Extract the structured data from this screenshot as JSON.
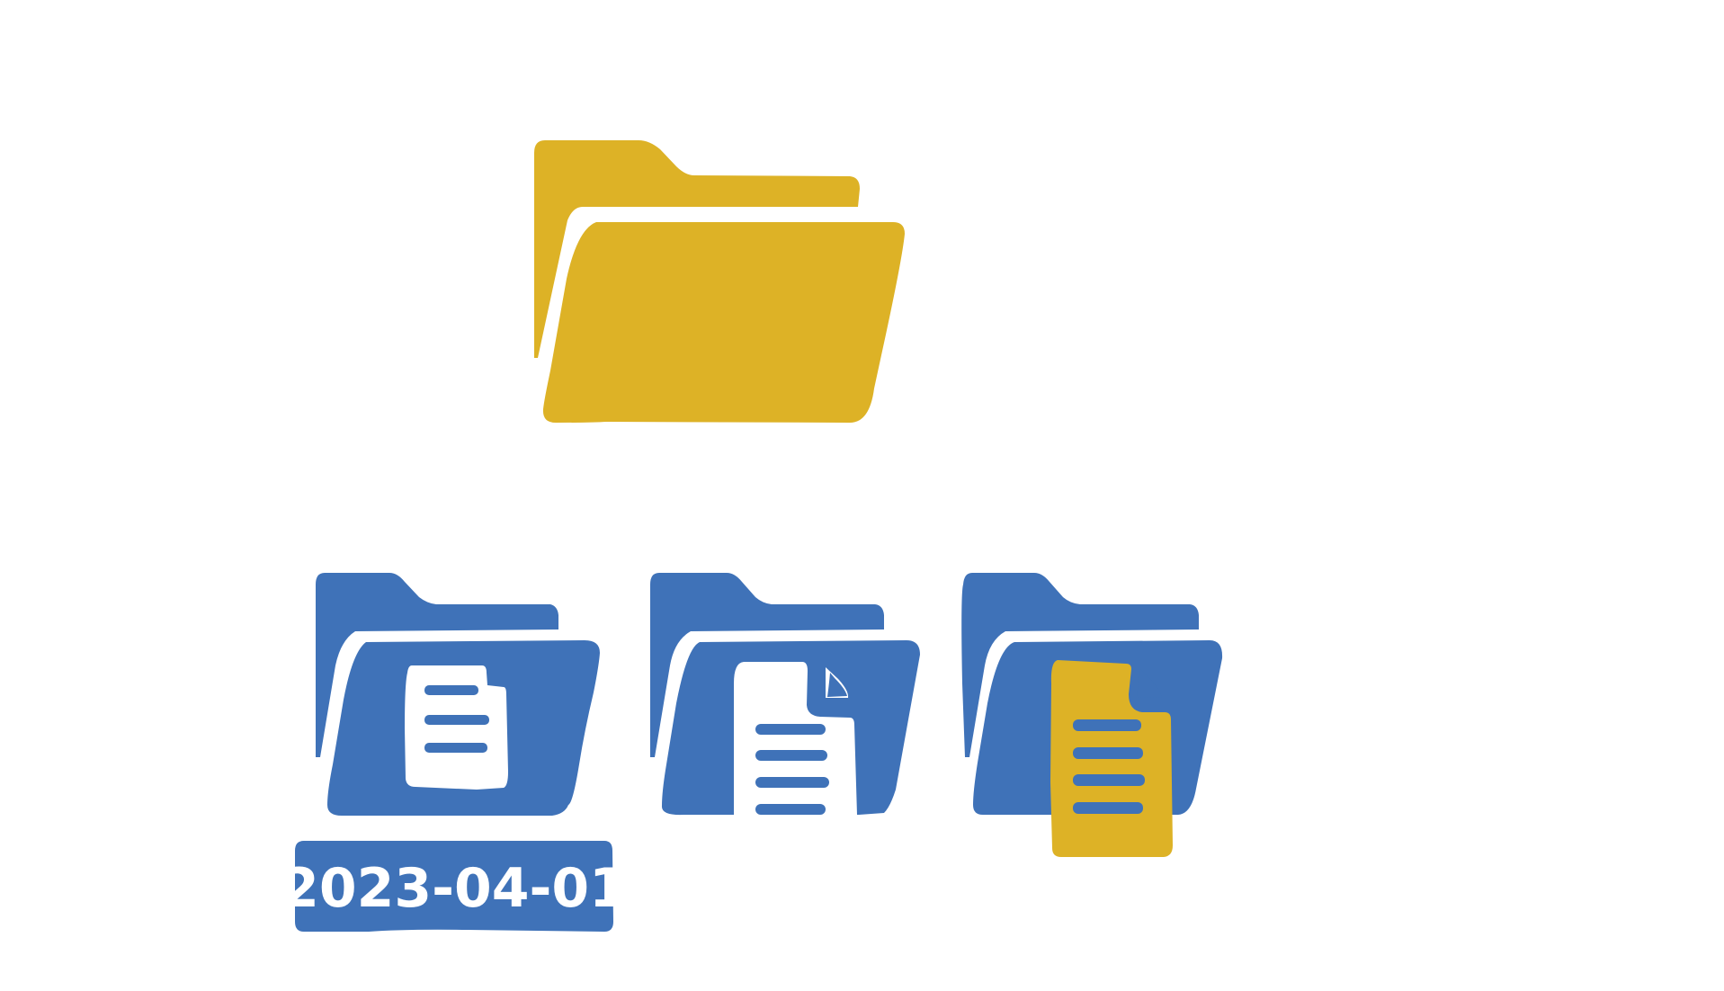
{
  "colors": {
    "gold": "#DDB226",
    "blue": "#3F72B8",
    "white": "#FFFFFF",
    "background": "#FFFFFF"
  },
  "root_folder": {
    "icon": "open-folder-icon",
    "color": "gold"
  },
  "child_folders": [
    {
      "icon": "folder-with-document-icon",
      "color": "blue",
      "contents": "document-icon",
      "label": "2023-04-01"
    },
    {
      "icon": "folder-with-document-icon",
      "color": "blue",
      "contents": "document-icon"
    },
    {
      "icon": "folder-with-document-icon",
      "color": "blue",
      "contents": "gold-document-icon"
    }
  ]
}
